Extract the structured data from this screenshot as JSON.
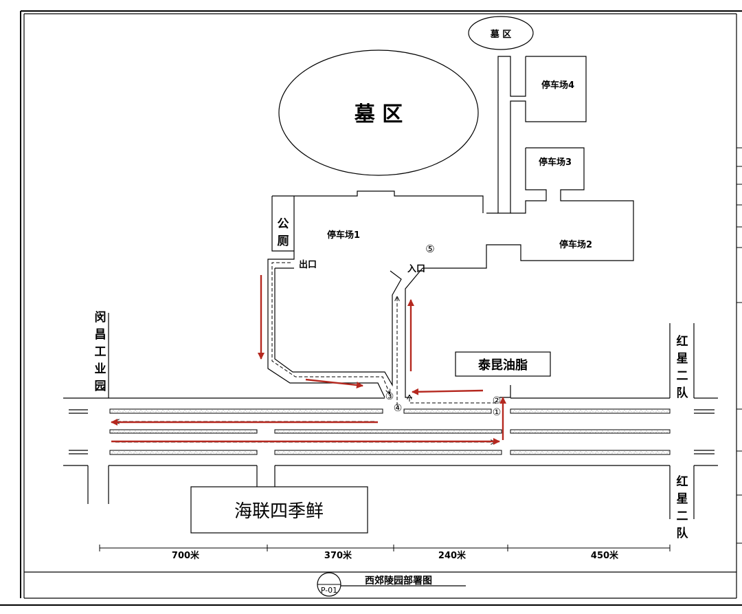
{
  "title": "西郊陵园部署图",
  "sheet_no": "P-01",
  "labels": {
    "cemetery_big": "墓  区",
    "cemetery_small": "墓  区",
    "parking1": "停车场1",
    "parking2": "停车场2",
    "parking3": "停车场3",
    "parking4": "停车场4",
    "toilet_1": "公",
    "toilet_2": "厕",
    "exit": "出口",
    "entrance": "入口",
    "taikun": "泰昆油脂",
    "hailian": "海联四季鲜",
    "minchang": [
      "闵",
      "昌",
      "工",
      "业",
      "园"
    ],
    "hongxing_top": [
      "红",
      "星",
      "二",
      "队"
    ],
    "hongxing_bottom": [
      "红",
      "星",
      "二",
      "队"
    ]
  },
  "markers": {
    "m1": "①",
    "m2": "②",
    "m3": "③",
    "m4": "④",
    "m5": "⑤"
  },
  "distances": [
    "700米",
    "370米",
    "240米",
    "450米"
  ],
  "colors": {
    "arrow_red": "#b5281f",
    "line": "#000000",
    "road_texture": "#555555"
  }
}
